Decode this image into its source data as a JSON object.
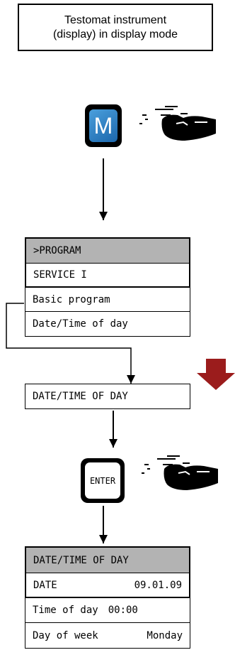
{
  "title_box": {
    "line1": "Testomat instrument",
    "line2": "(display) in display mode"
  },
  "button_m": {
    "label": "M"
  },
  "menu_display": {
    "rows": [
      ">PROGRAM",
      "SERVICE I",
      "Basic program",
      "Date/Time of day"
    ]
  },
  "datetime_heading": {
    "label": "DATE/TIME OF DAY"
  },
  "button_enter": {
    "label": "ENTER"
  },
  "datetime_display": {
    "header": "DATE/TIME OF DAY",
    "date_label": "DATE",
    "date_value": "09.01.09",
    "time_label": "Time of day",
    "time_value": "00:00",
    "weekday_label": "Day of week",
    "weekday_value": "Monday"
  },
  "colors": {
    "header_fill": "#b3b3b3",
    "m_button": "#2f86c9",
    "red_arrow": "#9b1c1c"
  },
  "icons": [
    "pointing-hand-icon",
    "red-down-arrow-icon"
  ]
}
